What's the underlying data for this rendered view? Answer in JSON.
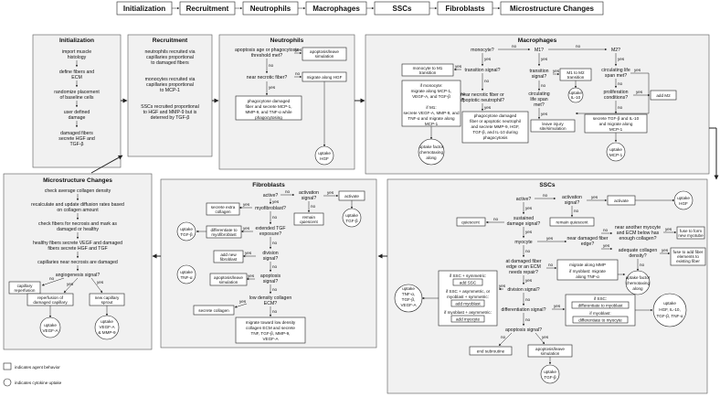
{
  "header_steps": [
    "Initialization",
    "Recruitment",
    "Neutrophils",
    "Macrophages",
    "SSCs",
    "Fibroblasts",
    "Microstructure Changes"
  ],
  "initialization": {
    "title": "Initialization",
    "steps": [
      "import muscle",
      "histology",
      "define fibers and",
      "ECM",
      "randomize placement",
      "of baseline cells",
      "user defined",
      "damage",
      "damaged fibers",
      "secrete HGF and",
      "TGF-β"
    ]
  },
  "recruitment": {
    "title": "Recruitment",
    "text": [
      "neutrophils recruited via",
      "capillaries proportional",
      "to damaged fibers",
      "",
      "monocytes recruited via",
      "capillaries proportional",
      "to MCP-1",
      "",
      "SSCs recruited proportional",
      "to HGF and MMP-9 but is",
      "deterred by TGF-β"
    ]
  },
  "neutrophils": {
    "title": "Neutrophils",
    "q1": [
      "apoptosis age or phagocytosis",
      "threshold met?"
    ],
    "q2": "near necrotic fiber?",
    "apoptosis_box": [
      "apoptosis/leave",
      "simulation"
    ],
    "migrate_box": "migrate along HGF",
    "phago_box": [
      "phagocytose damaged",
      "fiber and secrete MCP-1,",
      "MMP-9, and TNF-α while",
      "phagocytosing"
    ],
    "uptake": [
      "uptake",
      "HGF"
    ]
  },
  "macrophages": {
    "title": "Macrophages",
    "monocyte_q": "monocyte?",
    "m1_q": "M1?",
    "m2_q": "M2?",
    "m1_transition_box": [
      "monocyte to M1",
      "transition"
    ],
    "transition_q": "transition signal?",
    "if_monocyte": [
      "if monocyte:",
      "migrate along MCP-1,",
      "VEGF-A, and TGF-β"
    ],
    "if_m1": [
      "if M1:",
      "secrete VEGF-A, MMP-9, and",
      "TNF-α and migrate along",
      "MCP-1"
    ],
    "near_necrotic_q": [
      "near necrotic fiber or",
      "apoptotic neutrophil?"
    ],
    "phago_box": [
      "phagocytose damaged",
      "fiber or apoptotic neutrophil",
      "and secrete MMP-9, HGF,",
      "TGF-β, and IL-10 during",
      "phagocytosis"
    ],
    "uptake_factor": [
      "uptake factor",
      "chemotaxing",
      "along"
    ],
    "transition_signal_q": [
      "transition",
      "signal?"
    ],
    "m1_m2_box": [
      "M1 to M2",
      "transition"
    ],
    "uptake_il10": [
      "uptake",
      "IL-10"
    ],
    "life_span_q": [
      "circulating",
      "life span",
      "met?"
    ],
    "leave_box": [
      "leave injury",
      "site/simulation"
    ],
    "circulating_q": [
      "circulating life",
      "span met?"
    ],
    "prolif_q": [
      "proliferation",
      "conditions?"
    ],
    "add_m2": "add M2",
    "secrete_box": [
      "secrete TGF-β and IL-10",
      "and migrate along",
      "MCP-1"
    ],
    "uptake_mcp": [
      "uptake",
      "MCP-1"
    ]
  },
  "microstructure": {
    "title": "Microstructure Changes",
    "lines": [
      "check average collagen density",
      "",
      "recalculate and update diffusion rates based",
      "on collagen amount",
      "",
      "check fibers for necrosis and mark as",
      "damaged or healthy",
      "",
      "healthy fibers secrete VEGF and damaged",
      "fibers secrete HGF and TGF",
      "",
      "capillaries near necrosis are damaged"
    ],
    "angio_q": "angiogenesis signal?",
    "capillary_box": [
      "capillary",
      "reperfusion"
    ],
    "reperfusion": [
      "reperfusion of",
      "damaged capillary"
    ],
    "new_capillary_box": [
      "new capillary",
      "sprout"
    ],
    "uptake_vegf": [
      "uptake",
      "VEGF-A"
    ],
    "uptake_vegf_mmp": [
      "uptake",
      "VEGF-A",
      "& MMP-9"
    ]
  },
  "fibroblasts": {
    "title": "Fibroblasts",
    "active_q": "active?",
    "activation_q": [
      "activation",
      "signal?"
    ],
    "activate_box": "activate",
    "uptake_tgf": [
      "uptake",
      "TGF-β"
    ],
    "remain_box": [
      "remain",
      "quiescent"
    ],
    "myofib_q": "myofibroblast?",
    "secrete_collagen_box": [
      "secrete extra",
      "collagen"
    ],
    "differentiate_box": [
      "differentiate to",
      "myofibroblast"
    ],
    "uptake_tgf2": [
      "uptake",
      "TGF-β"
    ],
    "extended_q": [
      "extended TGF",
      "exposure?"
    ],
    "add_fib_box": [
      "add new",
      "fibroblast"
    ],
    "division_q": [
      "division",
      "signal?"
    ],
    "uptake_tnf": [
      "uptake",
      "TNF-α"
    ],
    "apoptosis_box": [
      "apoptosis/leave",
      "simulation"
    ],
    "apoptosis_q": [
      "apoptosis",
      "signal?"
    ],
    "low_density_q": [
      "low density collagen",
      "ECM?"
    ],
    "secrete_collagen2": "secrete collagen",
    "migrate_box": [
      "migrate toward low density",
      "collagen ECM and secrete",
      "TNF, TGF-β, MMP-9,",
      "VEGF-A"
    ]
  },
  "sscs": {
    "title": "SSCs",
    "active_q": "active?",
    "activation_q": [
      "activation",
      "signal?"
    ],
    "activate_box": "activate",
    "uptake_hgf": [
      "uptake",
      "HGF"
    ],
    "quiescent_box": "quiescent",
    "remain_box": "remain quiescent",
    "sustained_q": [
      "sustained",
      "damage signal?"
    ],
    "myocyte_q": "myocyte",
    "near_damaged_q": [
      "near damaged fiber",
      "edge?"
    ],
    "near_myocyte_q": [
      "near another myocyte",
      "and ECM below has",
      "enough collagen?"
    ],
    "fuse_myotube_box": [
      "fuse to form",
      "new myotube"
    ],
    "adequate_q": [
      "adequate collagen",
      "density?"
    ],
    "fuse_fiber_box": [
      "fuse to add fiber",
      "elements to",
      "existing fiber"
    ],
    "damaged_edge_q": [
      "at damaged fiber",
      "edge or an ECM",
      "needs repair?"
    ],
    "migrate_mmp_box": "migrate along MMP",
    "myoblast_migrate": [
      "if myoblast: migrate",
      "along TNF-α"
    ],
    "uptake_factor": [
      "uptake factor",
      "chemotaxing",
      "along"
    ],
    "division_q": "division signal?",
    "if_ssc_sym": "if SSC + symmetric:",
    "add_ssc": "add SSC",
    "if_ssc_asym": [
      "if SSC + asymmetric, or",
      "myoblast + symmetric:"
    ],
    "add_myoblast": "add myoblast",
    "if_myoblast_asym": "if myoblast + asymmetric:",
    "add_myocyte": "add myocyte",
    "uptake_tnf": [
      "uptake",
      "TNF-α,",
      "TGF-β,",
      "VEGF-A"
    ],
    "diff_q": "differentiation signal?",
    "if_ssc_diff": "if SSC:",
    "diff_myoblast": "differentiate to myoblast",
    "if_myoblast_diff": "if myoblast:",
    "diff_myocyte": "differentiate to myocyte",
    "uptake_multi": [
      "uptake",
      "HGF, IL-10,",
      "TGF-β, TNF-α"
    ],
    "apoptosis_q": "apoptosis signal?",
    "end_box": "end subroutine",
    "apoptosis_box": [
      "apoptosis/leave",
      "simulation"
    ],
    "uptake_tgf": [
      "uptake",
      "TGF-β"
    ]
  },
  "legend": {
    "box_label": "indicates agent behavior",
    "circle_label": "indicates cytokine uptake"
  },
  "flow_labels": {
    "yes": "yes",
    "no": "no"
  }
}
